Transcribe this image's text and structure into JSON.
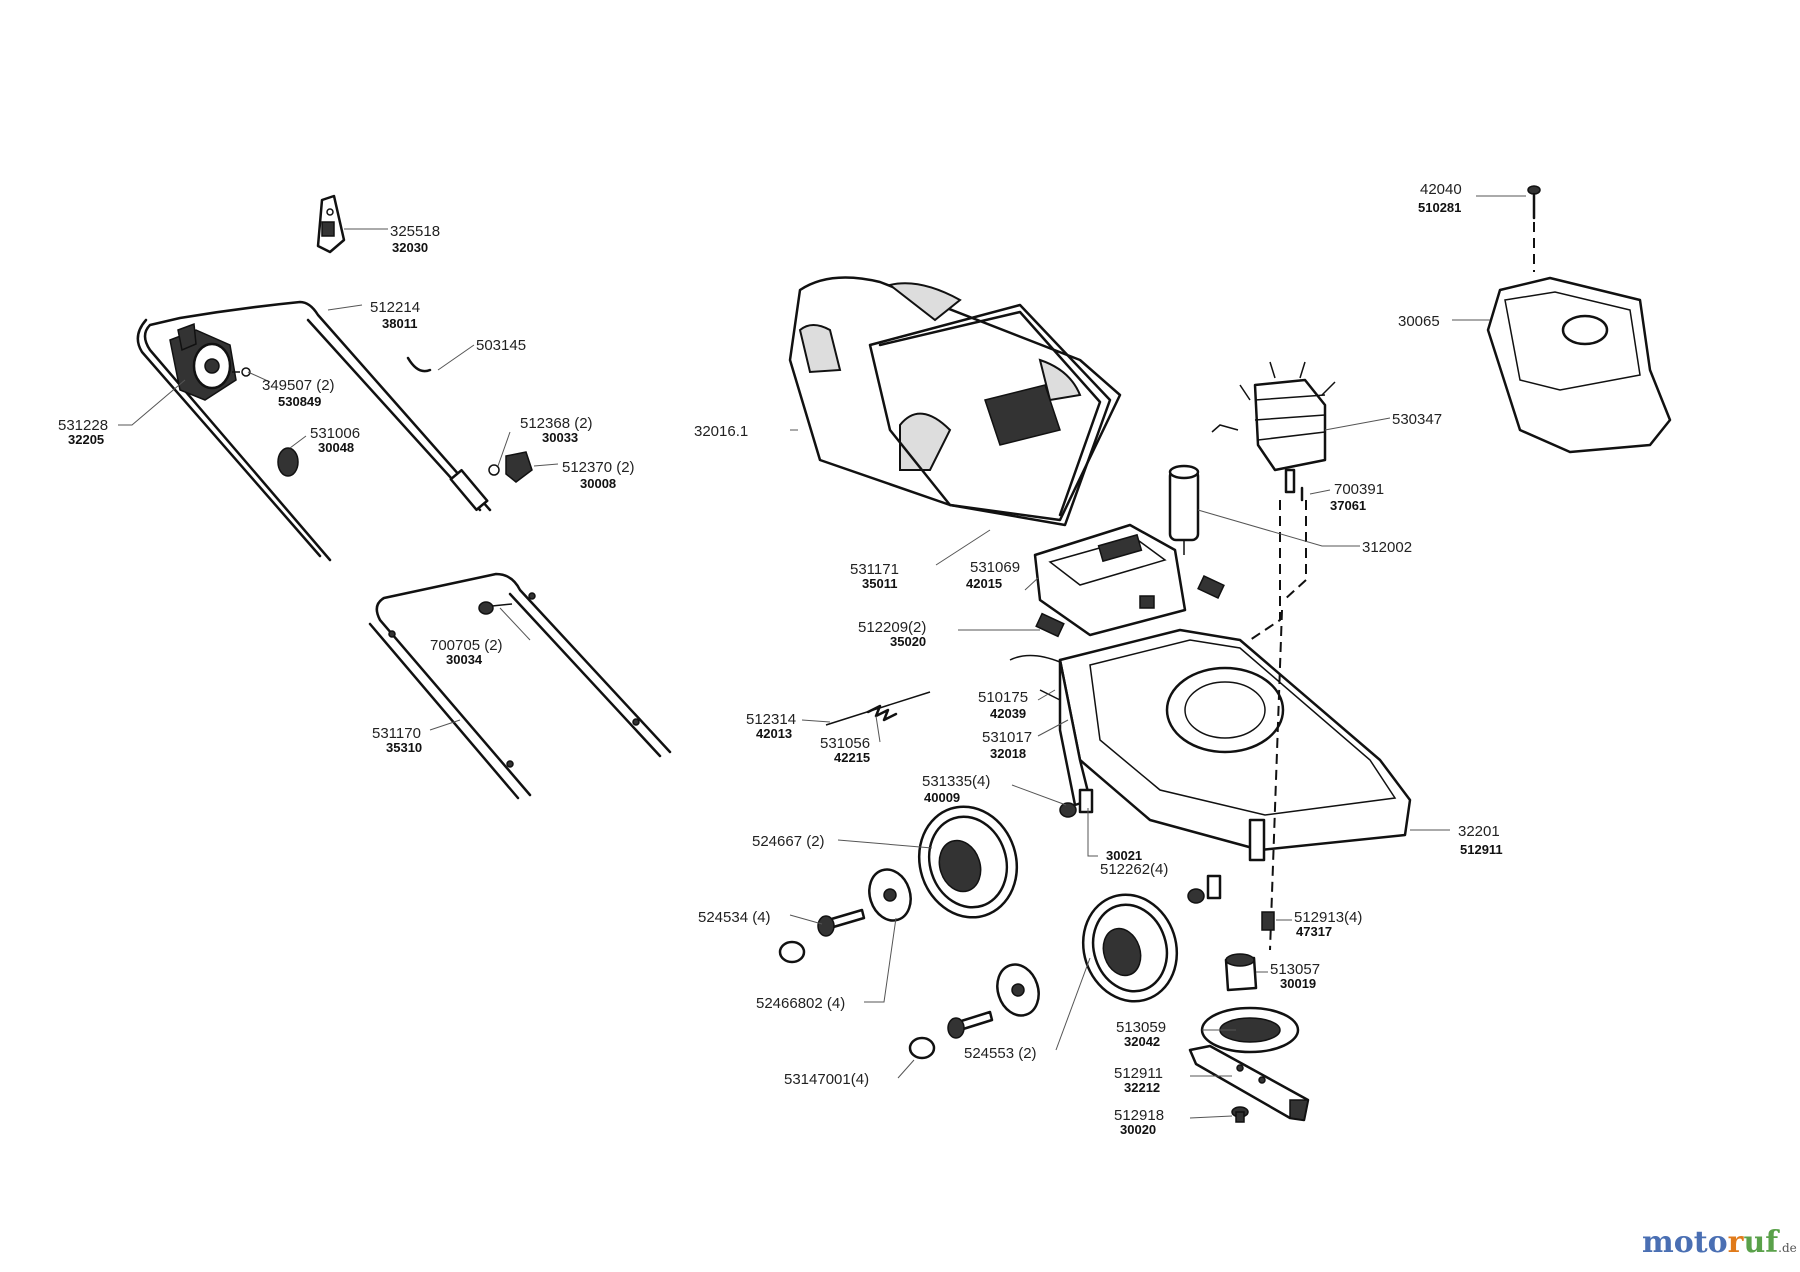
{
  "brand": {
    "part1": "moto",
    "part2": "r",
    "part3": "uf",
    "tld": ".de"
  },
  "parts": [
    {
      "id": "p325518",
      "number": "325518",
      "ref": "32030"
    },
    {
      "id": "p512214",
      "number": "512214",
      "ref": "38011"
    },
    {
      "id": "p503145",
      "number": "503145",
      "ref": ""
    },
    {
      "id": "p349507",
      "number": "349507 (2)",
      "ref": "530849"
    },
    {
      "id": "p531228",
      "number": "531228",
      "ref": "32205"
    },
    {
      "id": "p531006",
      "number": "531006",
      "ref": "30048"
    },
    {
      "id": "p512368",
      "number": "512368 (2)",
      "ref": "30033"
    },
    {
      "id": "p512370",
      "number": "512370 (2)",
      "ref": "30008"
    },
    {
      "id": "p700705",
      "number": "700705 (2)",
      "ref": "30034"
    },
    {
      "id": "p531170",
      "number": "531170",
      "ref": "35310"
    },
    {
      "id": "p32016",
      "number": "32016.1",
      "ref": ""
    },
    {
      "id": "p531171",
      "number": "531171",
      "ref": "35011"
    },
    {
      "id": "p531069",
      "number": "531069",
      "ref": "42015"
    },
    {
      "id": "p512209",
      "number": "512209(2)",
      "ref": "35020"
    },
    {
      "id": "p512314",
      "number": "512314",
      "ref": "42013"
    },
    {
      "id": "p531056",
      "number": "531056",
      "ref": "42215"
    },
    {
      "id": "p510175",
      "number": "510175",
      "ref": "42039"
    },
    {
      "id": "p531017",
      "number": "531017",
      "ref": "32018"
    },
    {
      "id": "p531335",
      "number": "531335(4)",
      "ref": "40009"
    },
    {
      "id": "p524667",
      "number": "524667 (2)",
      "ref": ""
    },
    {
      "id": "p512262",
      "number": "512262(4)",
      "ref": "30021"
    },
    {
      "id": "p524534",
      "number": "524534 (4)",
      "ref": ""
    },
    {
      "id": "p52466802",
      "number": "52466802 (4)",
      "ref": ""
    },
    {
      "id": "p524553",
      "number": "524553 (2)",
      "ref": ""
    },
    {
      "id": "p53147001",
      "number": "53147001(4)",
      "ref": ""
    },
    {
      "id": "p42040",
      "number": "42040",
      "ref": "510281"
    },
    {
      "id": "p30065",
      "number": "30065",
      "ref": ""
    },
    {
      "id": "p530347",
      "number": "530347",
      "ref": ""
    },
    {
      "id": "p700391",
      "number": "700391",
      "ref": "37061"
    },
    {
      "id": "p312002",
      "number": "312002",
      "ref": ""
    },
    {
      "id": "p32201",
      "number": "32201",
      "ref": "512911"
    },
    {
      "id": "p512913",
      "number": "512913(4)",
      "ref": "47317"
    },
    {
      "id": "p513057",
      "number": "513057",
      "ref": "30019"
    },
    {
      "id": "p513059",
      "number": "513059",
      "ref": "32042"
    },
    {
      "id": "p512911",
      "number": "512911",
      "ref": "32212"
    },
    {
      "id": "p512918",
      "number": "512918",
      "ref": "30020"
    }
  ]
}
